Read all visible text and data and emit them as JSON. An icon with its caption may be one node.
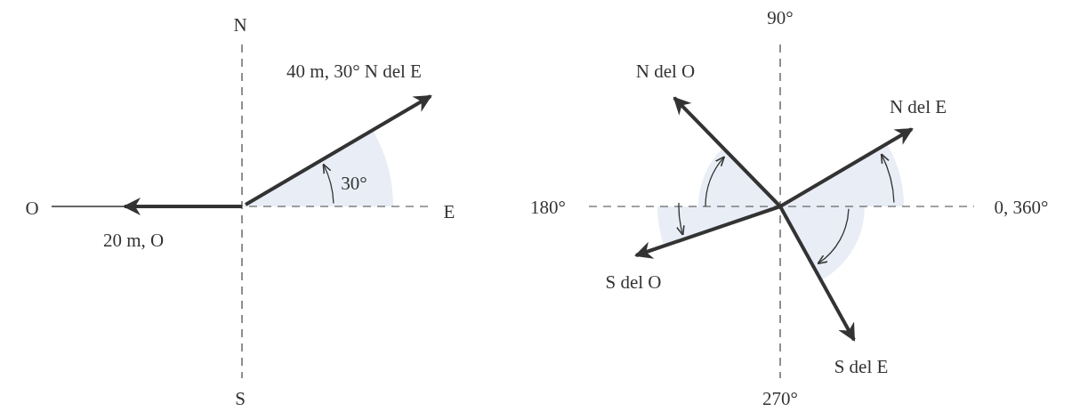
{
  "diagram": {
    "labels": [
      "N",
      "90°",
      "40 m, 30° N del E",
      "N del O",
      "N del E",
      "30°",
      "O",
      "E",
      "180°",
      "0, 360°",
      "20 m, O",
      "S del O",
      "S del E",
      "S",
      "270°"
    ]
  }
}
